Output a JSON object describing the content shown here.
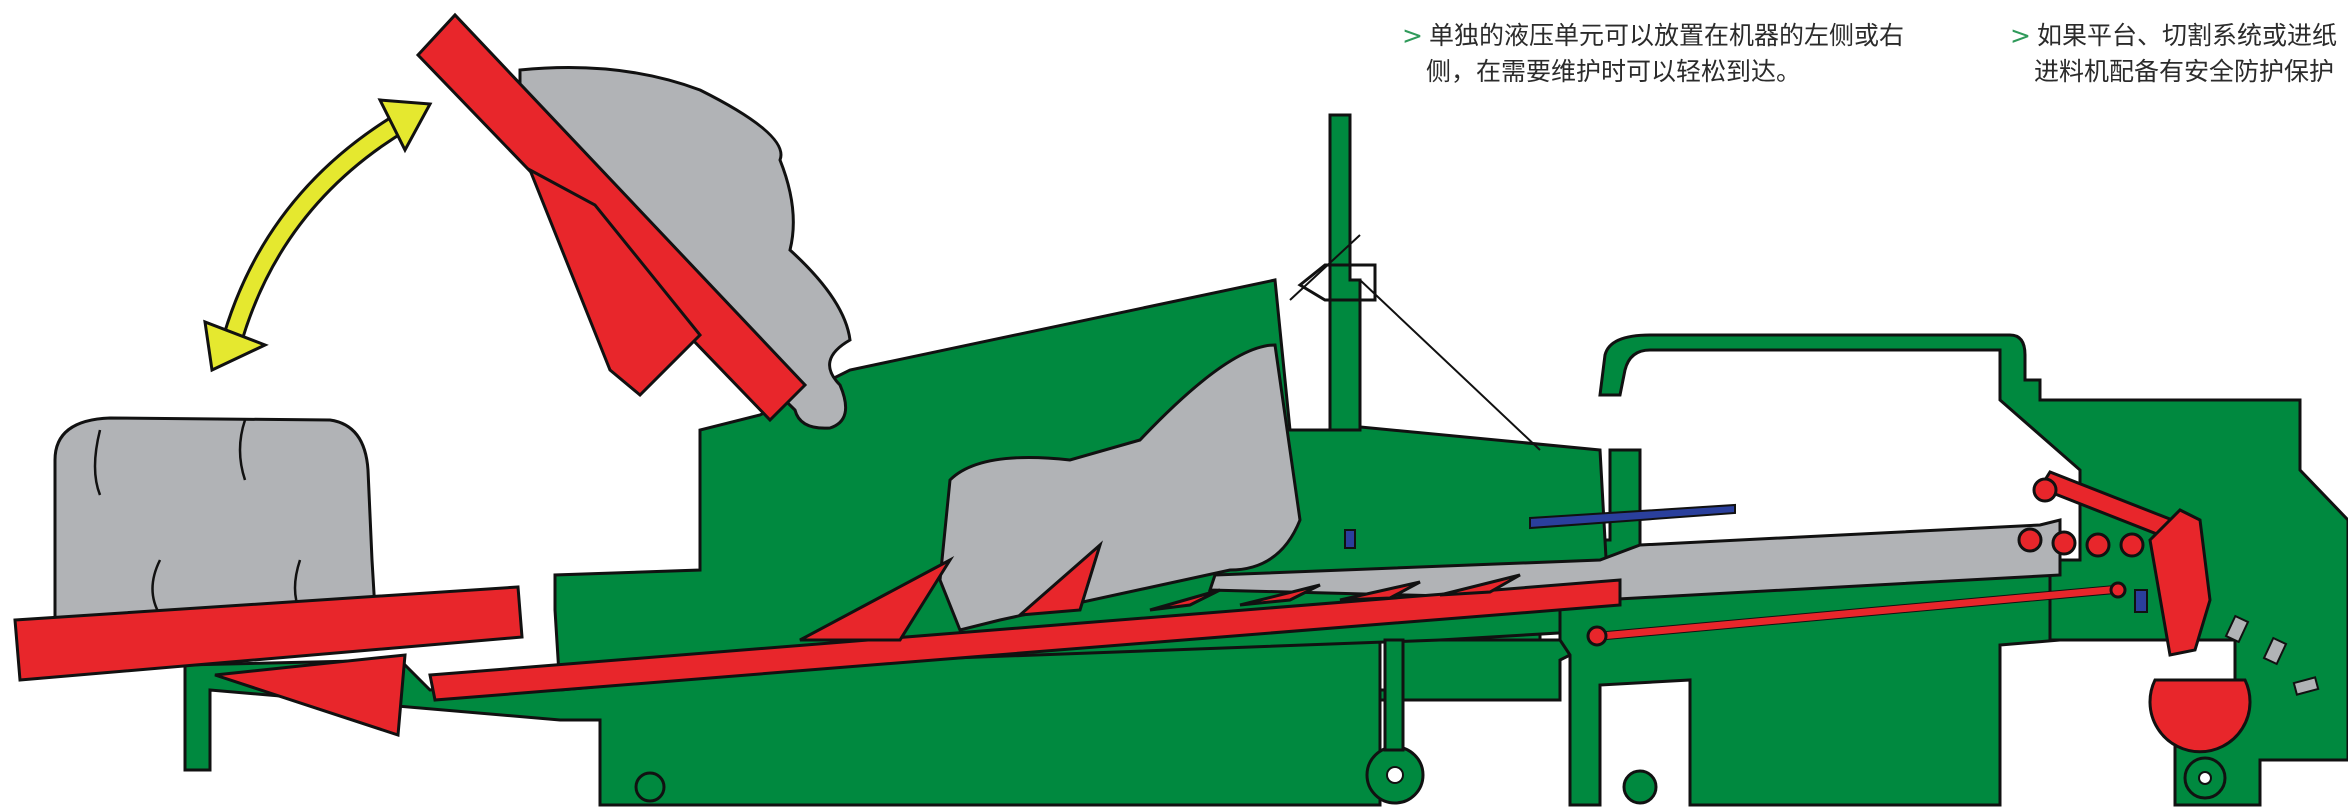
{
  "notes": [
    {
      "marker": ">",
      "line1": "单独的液压单元可以放置在机器的左侧或右",
      "line2": "侧，在需要维护时可以轻松到达。"
    },
    {
      "marker": ">",
      "line1": "如果平台、切割系统或进纸",
      "line2": "进料机配备有安全防护保护"
    }
  ],
  "colors": {
    "machine_green": "#00893f",
    "feed_red": "#e8262b",
    "material_grey": "#b1b3b6",
    "arrow_yellow": "#e5e82f",
    "outline": "#111111",
    "accent_blue": "#2a3f9c"
  },
  "icons": [
    "double-headed-arrow-icon",
    "tipping-hopper-icon",
    "bale-icon"
  ]
}
